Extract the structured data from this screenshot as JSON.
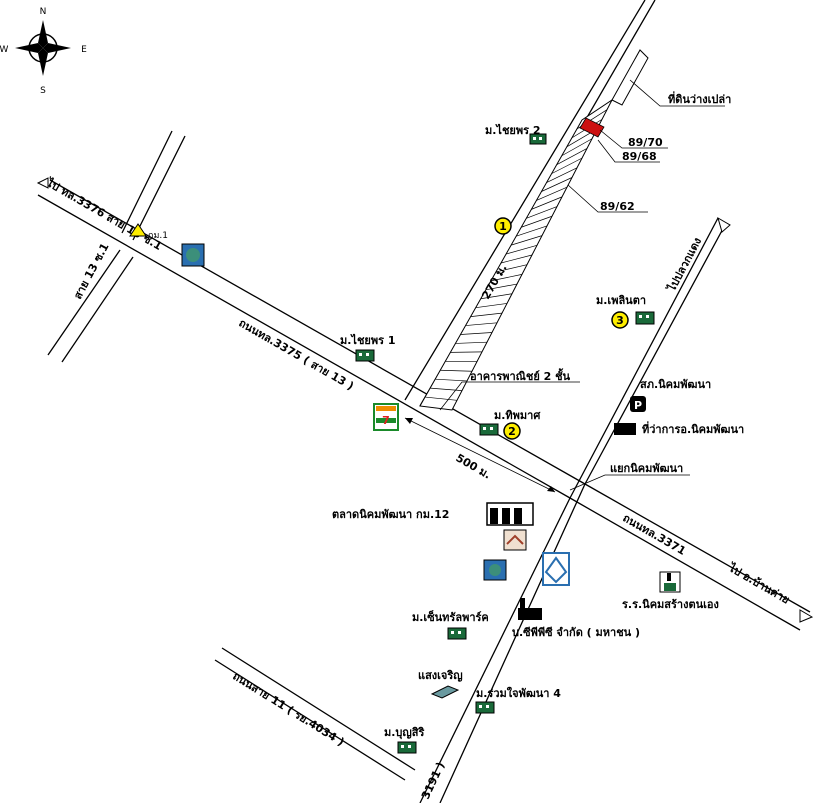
{
  "compass": {
    "n": "N",
    "s": "S",
    "e": "E",
    "w": "W"
  },
  "roads": {
    "tl3375": "ถนนทล.3375 ( สาย 13 )",
    "tl3376": "ไป ทล.3376 สาย 13 ซ.1",
    "soi13_1": "สาย 13 ซ.1",
    "to_plaukdaeng": "ไปปลวกแดง",
    "tl3371": "ถนนทล.3371",
    "to_bankhai": "ไป อ.บ้านค่าย",
    "road11": "ถนนสาย 11 ( รย.4034 )",
    "road3191": "3191 )"
  },
  "distances": {
    "d270": "270 ม.",
    "d500": "500 ม."
  },
  "plots": {
    "empty_land": "ที่ดินว่างเปล่า",
    "p8970": "89/70",
    "p8968": "89/68",
    "p8962": "89/62",
    "commercial": "อาคารพาณิชย์ 2 ชั้น"
  },
  "places": {
    "chaiyaporn2": "ม.ไชยพร 2",
    "chaiyaporn1": "ม.ไชยพร 1",
    "kom1": "กม.1",
    "phloenta": "ม.เพลินตา",
    "police": "สภ.นิคมพัฒนา",
    "district": "ที่ว่าการอ.นิคมพัฒนา",
    "thipphamat": "ม.ทิพมาศ",
    "junction": "แยกนิคมพัฒนา",
    "market": "ตลาดนิคมพัฒนา กม.12",
    "central_park": "ม.เซ็นทรัลพาร์ค",
    "company": "บ.ซีพีพีซี จำกัด ( มหาชน )",
    "school": "ร.ร.นิคมสร้างตนเอง",
    "saengcharoen": "แสงเจริญ",
    "ruamjai4": "ม.ร่วมใจพัฒนา 4",
    "bunsiri": "ม.บุญสิริ",
    "parking": "P",
    "seven": "7"
  },
  "markers": {
    "m1": "1",
    "m2": "2",
    "m3": "3"
  },
  "colors": {
    "marker": "#ffee00",
    "plot_red": "#cc1111",
    "seven_green": "#1a8a2a",
    "seven_red": "#e02020",
    "bank_blue": "#2a6fb0",
    "bank_green": "#3c8f7a",
    "seven_orange": "#f08c00"
  }
}
